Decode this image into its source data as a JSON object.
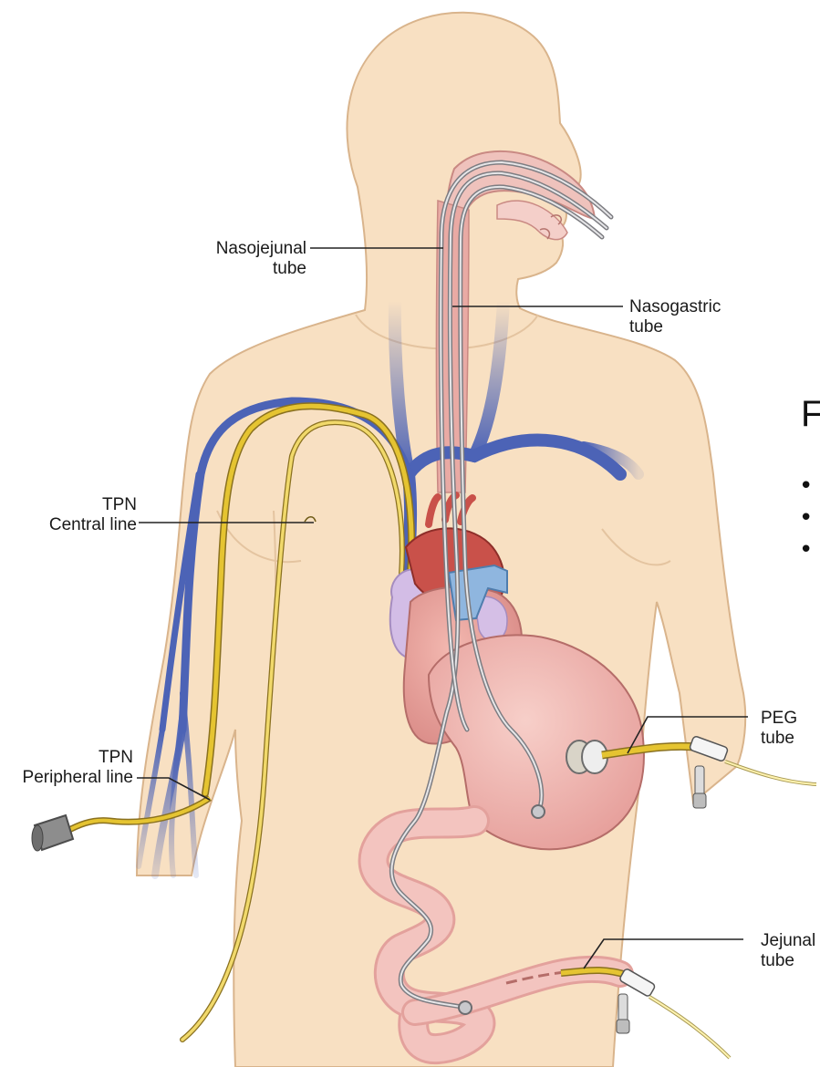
{
  "labels": {
    "nasojejunal": [
      "Nasojejunal",
      "tube"
    ],
    "nasogastric": [
      "Nasogastric",
      "tube"
    ],
    "tpn_central": [
      "TPN",
      "Central line"
    ],
    "tpn_peripheral": [
      "TPN",
      "Peripheral line"
    ],
    "peg": [
      "PEG",
      "tube"
    ],
    "jejunal": [
      "Jejunal",
      "tube"
    ]
  },
  "side_fragment": {
    "title": "F",
    "bullets": [
      "•",
      "•",
      "•"
    ]
  },
  "colors": {
    "skin": "#f8e0c2",
    "skin_outline": "#d9b48c",
    "vein": "#4c63b6",
    "tpn_line": "#e5c431",
    "tube": "#7d7d82",
    "organ": "#f1b7b3",
    "heart": "#c9514a",
    "atrium": "#c8aedc",
    "connector": "#8fb6df"
  }
}
